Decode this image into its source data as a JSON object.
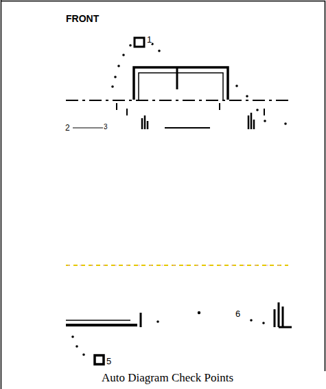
{
  "diagram": {
    "caption": "Auto Diagram Check Points",
    "labels": [
      "FRONT",
      "1",
      "2",
      "3",
      "6",
      "5"
    ]
  }
}
